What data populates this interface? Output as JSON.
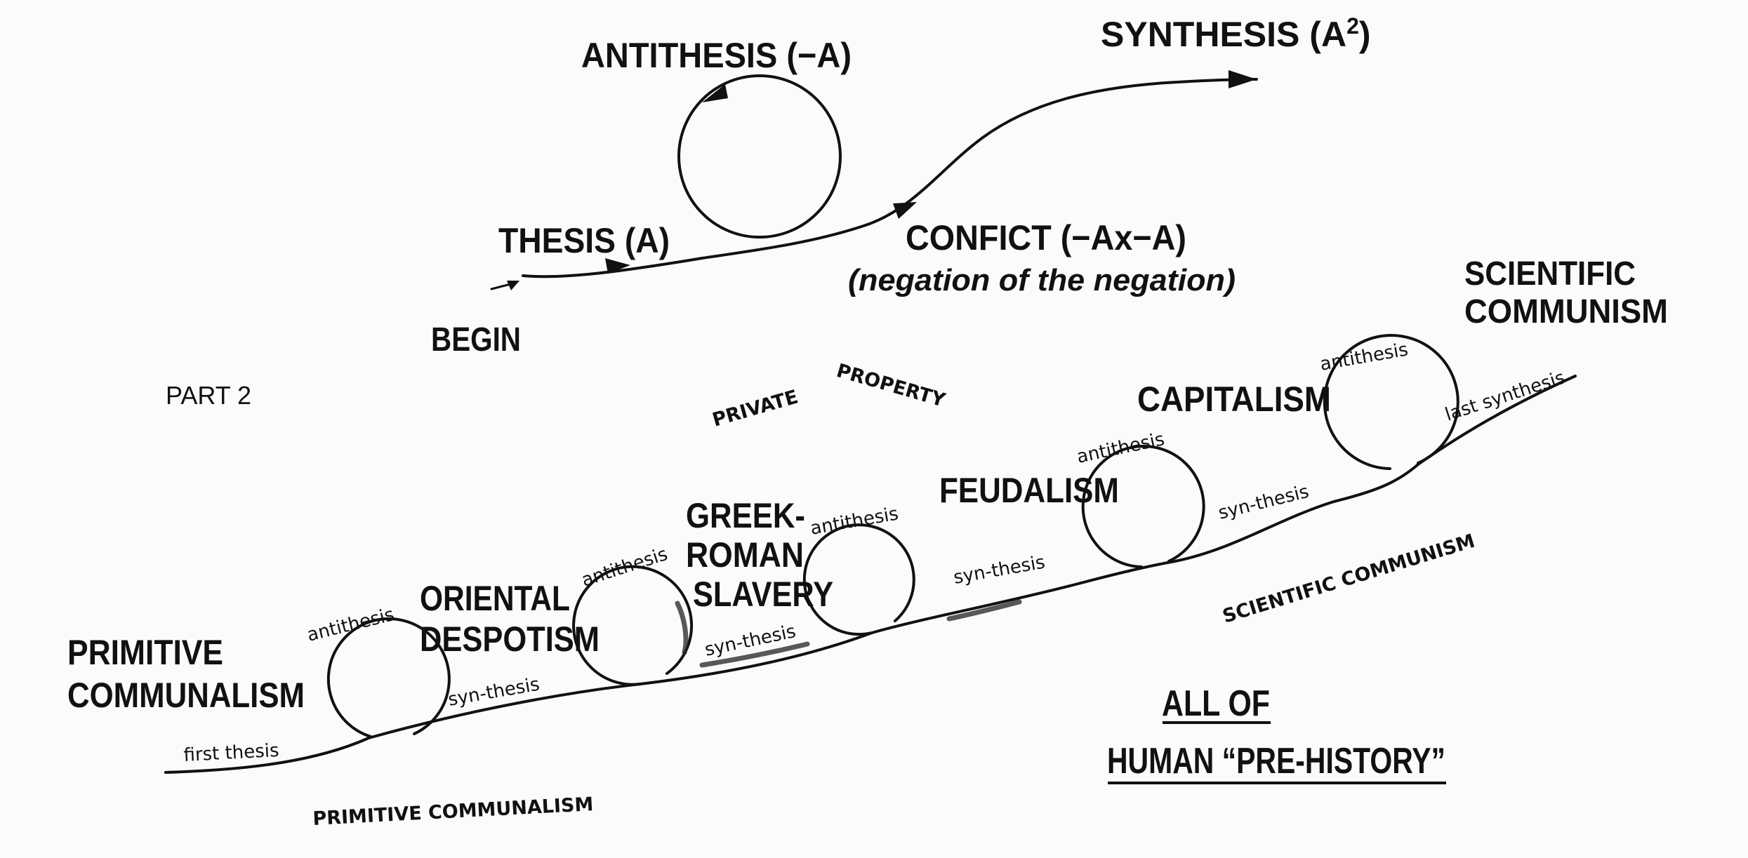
{
  "top": {
    "antithesis": "ANTITHESIS (−A)",
    "synthesis": "SYNTHESIS (A",
    "synthesis_sup": "2",
    "synthesis_close": ")",
    "thesis": "THESIS (A)",
    "conflict": "CONFICT (−Ax−A)",
    "negation": "(negation of the negation)",
    "begin": "BEGIN"
  },
  "part_label": "PART 2",
  "stamps": {
    "private": "PRIVATE",
    "property": "PROPERTY",
    "scientific_communism": "SCIENTIFIC COMMUNISM",
    "primitive_communalism": "PRIMITIVE COMMUNALISM"
  },
  "stages": {
    "primitive_1": "PRIMITIVE",
    "primitive_2": "COMMUNALISM",
    "oriental_1": "ORIENTAL",
    "oriental_2": "DESPOTISM",
    "greek_1": "GREEK-",
    "greek_2": "ROMAN",
    "greek_3": "SLAVERY",
    "feudalism": "FEUDALISM",
    "capitalism": "CAPITALISM",
    "scientific_1": "SCIENTIFIC",
    "scientific_2": "COMMUNISM"
  },
  "small_labels": {
    "first_thesis": "first  thesis",
    "antithesis": "antithesis",
    "synthesis": "syn-thesis",
    "last_synthesis": "last  synthesis"
  },
  "footer": {
    "line1": "ALL  OF",
    "line2": "HUMAN “PRE-HISTORY”"
  }
}
